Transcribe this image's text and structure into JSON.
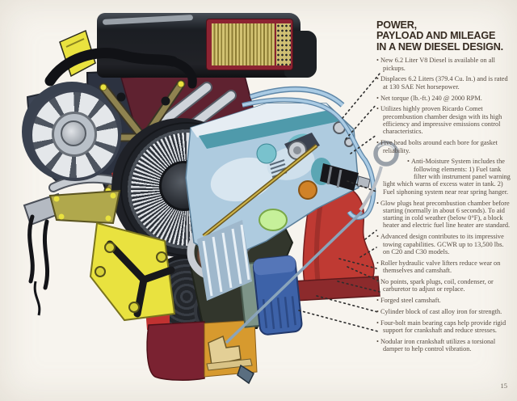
{
  "page": {
    "number": "15"
  },
  "article": {
    "title_lines": [
      "POWER,",
      "PAYLOAD AND MILEAGE",
      "IN A NEW DIESEL DESIGN."
    ],
    "bullets": [
      "New 6.2 Liter V8 Diesel is available on all pickups.",
      "Displaces 6.2 Liters (379.4 Cu. In.) and is rated at 130 SAE Net horsepower.",
      "Net torque (lb.-ft.) 240 @ 2000 RPM.",
      "Utilizes highly proven Ricardo Comet precombustion chamber design with its high efficiency and impressive emissions control characteristics.",
      "Five head bolts around each bore for gasket reliability.",
      "Anti-Moisture System includes the following elements: 1) Fuel tank filter with instrument panel warning light which warns of excess water in tank. 2) Fuel siphoning system near rear spring hanger.",
      "Glow plugs heat precombustion chamber before starting (normally in about 6 seconds). To aid starting in cold weather (below 0°F), a block heater and electric fuel line heater are standard.",
      "Advanced design contributes to its impressive towing capabilities. GCWR up to 13,500 lbs. on C20 and C30 models.",
      "Roller hydraulic valve lifters reduce wear on themselves and camshaft.",
      "No points, spark plugs, coil, condenser, or carburetor to adjust or replace.",
      "Forged steel camshaft.",
      "Cylinder block of cast alloy iron for strength.",
      "Four-bolt main bearing caps help provide rigid support for crankshaft and reduce stresses.",
      "Nodular iron crankshaft utilizes a torsional damper to help control vibration."
    ]
  },
  "illustration": {
    "subject": "6.2 Liter V8 Diesel engine cutaway"
  },
  "colors": {
    "engine_red": "#bf3a33",
    "flange_red": "#8c2a2c",
    "pan_maroon": "#7a2231",
    "manifold_maroon": "#5f2230",
    "bracket_yellow": "#e9e23f",
    "olive_bracket": "#b0a84c",
    "oil_orange": "#d79a2e",
    "pickup_tan": "#e3cf96",
    "filter_blue": "#3d62a8",
    "head_blue": "#aecbdf",
    "water_teal": "#4f9aab",
    "chamber_green": "#c6f09a",
    "glow_orange": "#d08228",
    "fuel_line_blue": "#aacbe4",
    "piston_brown": "#8a6450",
    "title_ink": "#372c22",
    "body_ink": "#564b41"
  }
}
